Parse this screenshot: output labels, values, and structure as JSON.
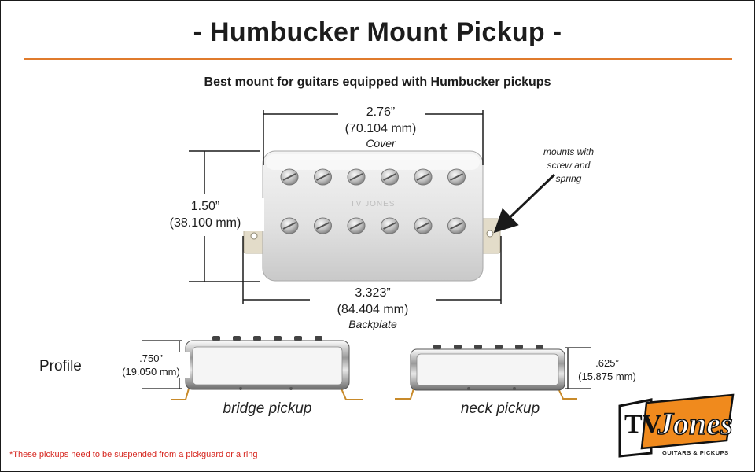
{
  "title": "- Humbucker Mount Pickup -",
  "subtitle": "Best mount for guitars equipped with Humbucker pickups",
  "cover_dim": {
    "inches": "2.76”",
    "mm": "(70.104 mm)",
    "label": "Cover"
  },
  "height_dim": {
    "inches": "1.50”",
    "mm": "(38.100 mm)"
  },
  "backplate_dim": {
    "inches": "3.323”",
    "mm": "(84.404 mm)",
    "label": "Backplate"
  },
  "mount_note": [
    "mounts with",
    "screw and",
    "spring"
  ],
  "cover_brand": "TV JONES",
  "profile": {
    "label": "Profile",
    "bridge": {
      "inches": ".750”",
      "mm": "(19.050 mm)",
      "caption": "bridge pickup"
    },
    "neck": {
      "inches": ".625”",
      "mm": "(15.875 mm)",
      "caption": "neck pickup"
    }
  },
  "footnote": "*These pickups need to be suspended from a pickguard or a ring",
  "logo": {
    "wordmark": "Jones",
    "monogram": "TV",
    "tagline": "GUITARS & PICKUPS"
  },
  "colors": {
    "accent_rule": "#e07b2c",
    "footnote": "#d6261f",
    "logo_orange": "#f08a1d"
  }
}
